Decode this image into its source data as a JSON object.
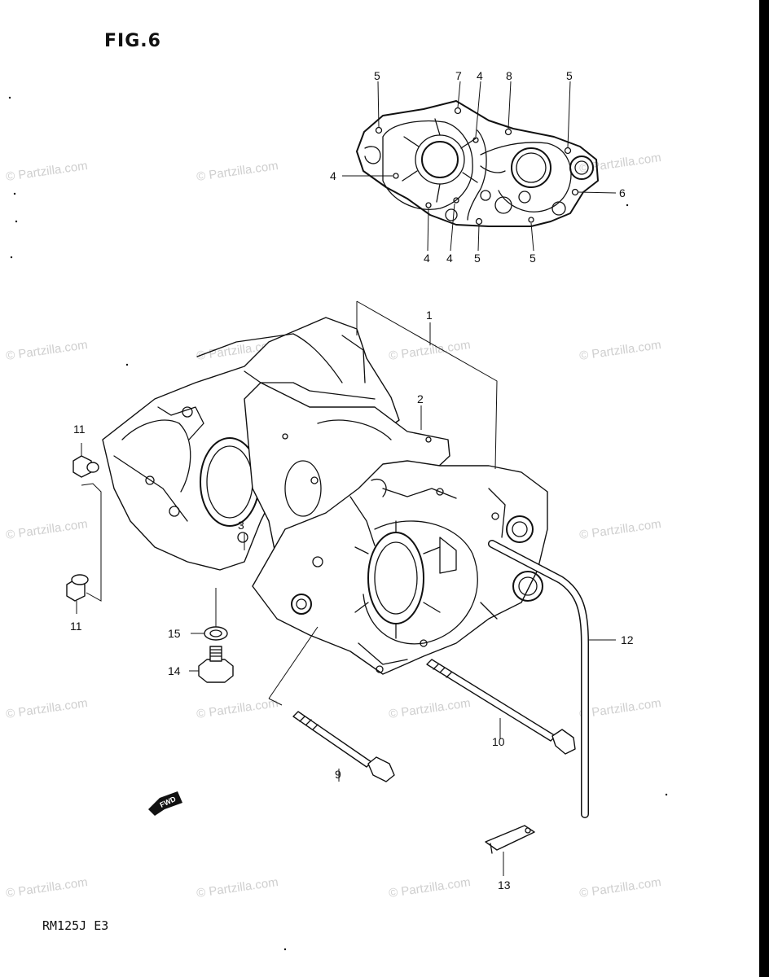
{
  "figure": {
    "title": "FIG.6",
    "model": "RM125J E3"
  },
  "fwd_label": "FWD",
  "watermark": "© Partzilla.com",
  "callouts": {
    "c1": "1",
    "c2": "2",
    "c3": "3",
    "c4a": "4",
    "c4b": "4",
    "c4c": "4",
    "c4d": "4",
    "c5a": "5",
    "c5b": "5",
    "c5c": "5",
    "c5d": "5",
    "c6": "6",
    "c7": "7",
    "c8": "8",
    "c9": "9",
    "c10": "10",
    "c11a": "11",
    "c11b": "11",
    "c12": "12",
    "c13": "13",
    "c14": "14",
    "c15": "15"
  }
}
